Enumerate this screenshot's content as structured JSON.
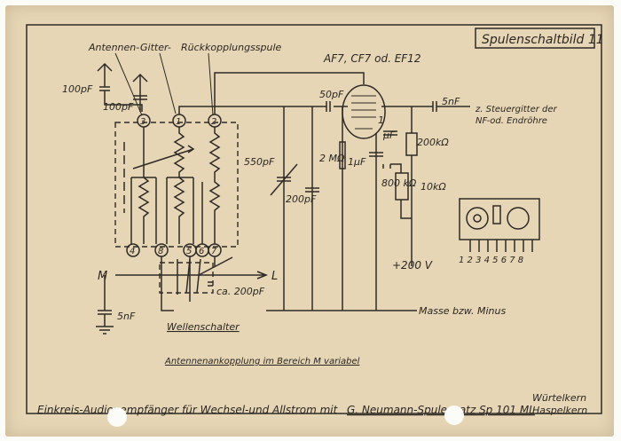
{
  "title_box": "Spulenschaltbild 11",
  "tube": "AF7, CF7 od. EF12",
  "coil_labels": {
    "antenna": "Antennen-",
    "grid": "Gitter-",
    "feedback": "Rückkopplungsspule"
  },
  "terminals": [
    "3",
    "1",
    "2",
    "4",
    "8",
    "5",
    "6",
    "7"
  ],
  "components": {
    "cap_ant1": "100pF",
    "cap_ant2": "100pF",
    "cap_grid": "50pF",
    "cap_tune": "550pF",
    "cap_200": "200pF",
    "res_grid": "2 MΩ",
    "cap_1u_a": "1µF",
    "cap_1u_b": "1",
    "cap_1u_c": "µF",
    "res_200k": "200kΩ",
    "res_800k": "800 kΩ",
    "res_10k": "10kΩ",
    "cap_out": "5nF",
    "cap_ground": "5nF",
    "cap_ca200": "ca. 200pF"
  },
  "output_note": [
    "z. Steuergitter der",
    "NF-od. Endröhre"
  ],
  "supply": "+200 V",
  "ground_line": "Masse bzw. Minus",
  "band_m": "M",
  "band_l": "L",
  "switch_label": "Wellenschalter",
  "coupling_note": "Antennenankopplung im Bereich M variabel",
  "socket_pins": "1 2 3 4 5 6 7 8",
  "footer": {
    "text_a": "Einkreis-Audionempfänger für Wechsel-und Allstrom mit",
    "text_b": "G. Neumann-Spulensatz Sp 101 ML",
    "right_top": "Würtelkern",
    "right_bottom": "Haspelkern"
  },
  "colors": {
    "card": "#e6d6b6",
    "ink": "#2e2a26"
  }
}
